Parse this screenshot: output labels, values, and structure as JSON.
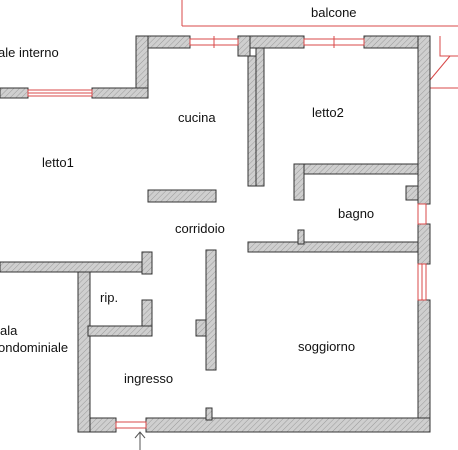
{
  "colors": {
    "wall_fill": "#c8c8c8",
    "wall_stroke": "#333333",
    "window": "#d84848",
    "background": "#ffffff"
  },
  "labels": {
    "balcone": "balcone",
    "cortile_interno": "ale interno",
    "cucina": "cucina",
    "letto2": "letto2",
    "letto1": "letto1",
    "bagno": "bagno",
    "corridoio": "corridoio",
    "ripostiglio": "rip.",
    "scala_1": "ala",
    "scala_2": "ondominiale",
    "soggiorno": "soggiorno",
    "ingresso": "ingresso"
  },
  "icons": {
    "entrance": "arrow-up-icon"
  }
}
